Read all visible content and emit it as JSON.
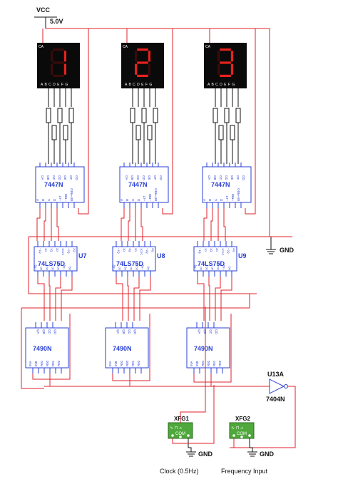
{
  "power": {
    "vcc_label": "VCC",
    "voltage": "5.0V"
  },
  "displays": [
    {
      "id": "CA",
      "digit": "1",
      "seg_pins": "A B C D E F G"
    },
    {
      "id": "CA",
      "digit": "2",
      "seg_pins": "A B C D E F G"
    },
    {
      "id": "CA",
      "digit": "3",
      "seg_pins": "A B C D E F G"
    }
  ],
  "decoder": {
    "part": "7447N",
    "outputs": [
      "OA",
      "OB",
      "OC",
      "OD",
      "OE",
      "OF",
      "OG"
    ],
    "inputs": [
      "A",
      "B",
      "C",
      "D",
      "~LT",
      "~RBI",
      "BI/~RBO"
    ]
  },
  "latches": [
    {
      "ref": "U7",
      "part": "74LS75D"
    },
    {
      "ref": "U8",
      "part": "74LS75D"
    },
    {
      "ref": "U9",
      "part": "74LS75D"
    }
  ],
  "latch_pins_top": [
    "~1Q",
    "1D",
    "1Q",
    "2D",
    "1C2C",
    "~2Q",
    "2Q"
  ],
  "latch_pins_bottom": [
    "~3Q",
    "3D",
    "3Q",
    "4D",
    "3C4C",
    "~4Q",
    "4Q"
  ],
  "counter": {
    "part": "7490N",
    "pins_top": [
      "QA",
      "QB",
      "QC",
      "QD"
    ],
    "pins_bottom": [
      "INA",
      "INB",
      "R01",
      "R02",
      "R91",
      "R92"
    ]
  },
  "inverter": {
    "ref": "U13A",
    "part": "7404N"
  },
  "generators": [
    {
      "ref": "XFG1",
      "com": "COM",
      "caption": "Clock (0.5Hz)"
    },
    {
      "ref": "XFG2",
      "com": "COM",
      "caption": "Frequency Input"
    }
  ],
  "gnd_labels": [
    "GND",
    "GND",
    "GND"
  ],
  "colors": {
    "wire": "#e0202a",
    "chip": "#2a3fd6",
    "display_bg": "#0a0a0a",
    "segment": "#e8221c",
    "generator": "#4fa83c"
  }
}
